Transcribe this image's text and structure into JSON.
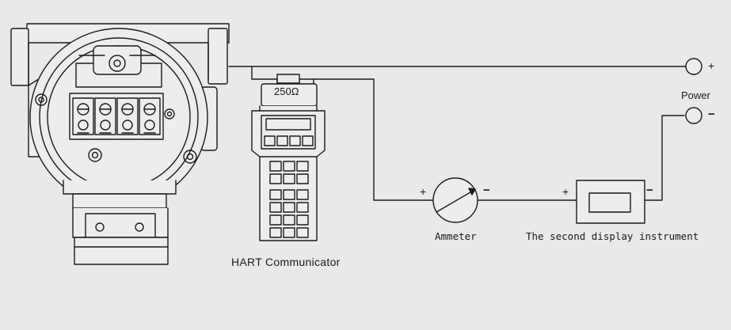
{
  "labels": {
    "resistor": "250Ω",
    "hart": "HART Communicator",
    "ammeter": "Ammeter",
    "display": "The second display instrument",
    "power": "Power",
    "power_plus": "+",
    "power_minus": "−",
    "ammeter_plus": "+",
    "ammeter_minus": "−",
    "display_plus": "+",
    "display_minus": "−"
  },
  "colors": {
    "background": "#e9e9ea",
    "line": "#1a1a1a",
    "body_fill": "#ededed"
  }
}
